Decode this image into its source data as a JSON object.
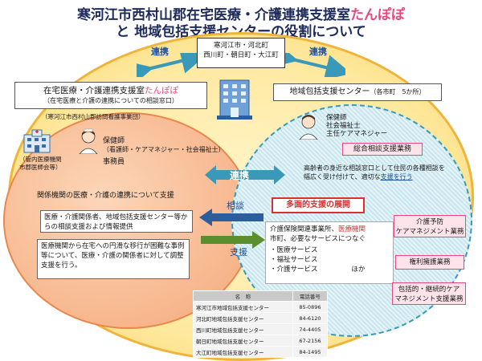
{
  "title": {
    "line1_prefix": "寒河江市西村山郡在宅医療・介護連携支援室",
    "line1_highlight": "たんぽぽ",
    "line2": "と 地域包括支援センターの役割について"
  },
  "top_box": {
    "line1": "寒河江市・河北町",
    "line2": "西川町・朝日町・大江町"
  },
  "link_labels": {
    "left": "連携",
    "right": "連携"
  },
  "left_header": {
    "line1_prefix": "在宅医療・介護連携支援室",
    "line1_highlight": "たんぽぽ",
    "line2": "（在宅医療と介護の連携についての相談窓口）"
  },
  "right_header": {
    "main": "地域包括支援センター",
    "sub": "（各市町　5か所）"
  },
  "left_circle": {
    "org_note": "（寒河江市西村山郡訪問看護事業団）",
    "staff_title": "保健師",
    "staff_detail": "（看護師・ケアマネジャー・社会福祉士）",
    "staff_clerk": "事務員",
    "medical_label": "（管内医療機関\n市郡医師会等）",
    "support_heading": "関係機関の医療・介護の連携について支援",
    "box1": "医療・介護関係者、地域包括支援センター等からの相談支援および情報提供",
    "box2": "医療機関から在宅への円滑な移行が困難な事例等について、医療・介護の関係者に対して調整支援を行う。"
  },
  "right_circle": {
    "staff": [
      "保健師",
      "社会福祉士",
      "主任ケアマネジャー"
    ],
    "general_consult": "総合相談支援業務",
    "consult_desc_prefix": "高齢者の身近な相談窓口として住民の各種相談を幅広く受け付けて、適切な",
    "consult_desc_highlight": "支援を行う",
    "multi_support": "多面的支援の展開",
    "service_intro_prefix": "介護保険関連事業所、",
    "service_intro_highlight": "医療機関",
    "service_intro_suffix": "市町、必要なサービスにつなぐ",
    "services": [
      "・医療サービス",
      "・福祉サービス",
      "・介護サービス"
    ],
    "services_etc": "ほか",
    "side1": "介護予防\nケアマネジメント業務",
    "side2": "権利擁護業務",
    "side3": "包括的・継続的ケア\nマネジメント支援業務"
  },
  "middle_labels": {
    "renkei": "連携",
    "soudan": "相談",
    "shien": "支援"
  },
  "phone_table": {
    "headers": [
      "名　称",
      "電話番号"
    ],
    "rows": [
      [
        "寒河江市地域包括支援センター",
        "85-0896"
      ],
      [
        "河北町地域包括支援センター",
        "84-6120"
      ],
      [
        "西川町地域包括支援センター",
        "74-4405"
      ],
      [
        "朝日町地域包括支援センター",
        "67-2156"
      ],
      [
        "大江町地域包括支援センター",
        "84-1495"
      ]
    ]
  },
  "colors": {
    "highlight": "#e8487e",
    "title": "#1d2a5a",
    "link_blue": "#1d4fa0",
    "orange": "#f5a87a",
    "teal": "#3a98b8",
    "green_arrow": "#5b8f2e"
  },
  "icons": [
    "building-icon",
    "female-nurse-icon",
    "male-staff-icon",
    "hospital-icon"
  ]
}
